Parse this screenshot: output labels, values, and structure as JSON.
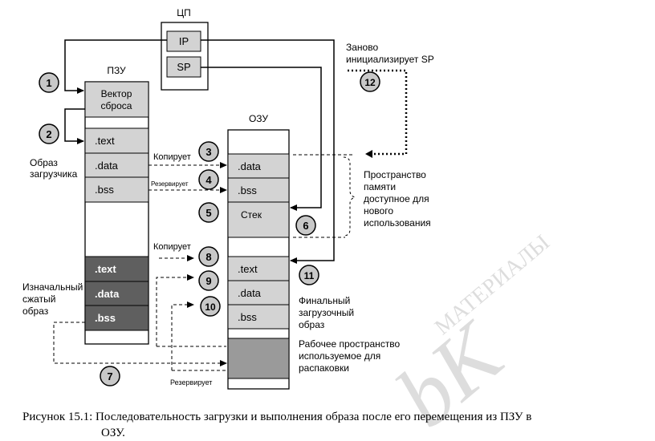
{
  "cpu": {
    "title": "ЦП",
    "ip": "IP",
    "sp": "SP"
  },
  "rom": {
    "title": "ПЗУ",
    "reset_vector": [
      "Вектор",
      "сброса"
    ],
    "text": ".text",
    "data": ".data",
    "bss": ".bss",
    "ctext": ".text",
    "cdata": ".data",
    "cbss": ".bss"
  },
  "ram": {
    "title": "ОЗУ",
    "data": ".data",
    "bss": ".bss",
    "stack": "Стек",
    "text": ".text",
    "data2": ".data",
    "bss2": ".bss"
  },
  "labels": {
    "loader_image": [
      "Образ",
      "загрузчика"
    ],
    "compressed_image": [
      "Изначальный",
      "сжатый",
      "образ"
    ],
    "copies_1": "Копирует",
    "reserves_1": "Резервирует",
    "copies_2": "Копирует",
    "reserves_2": "Резервирует",
    "reinit_sp": [
      "Заново",
      "инициализирует SP"
    ],
    "free_space": [
      "Пространство",
      "памяти",
      "доступное для",
      "нового",
      "использования"
    ],
    "final_image": [
      "Финальный",
      "загрузочный",
      "образ"
    ],
    "work_space": [
      "Рабочее пространство",
      "используемое для",
      "распаковки"
    ]
  },
  "steps": [
    "1",
    "2",
    "3",
    "4",
    "5",
    "6",
    "7",
    "8",
    "9",
    "10",
    "11",
    "12"
  ],
  "caption": {
    "line1": "Рисунок 15.1: Последовательность загрузки и выполнения образа после его перемещения из ПЗУ в",
    "line2": "ОЗУ."
  },
  "colors": {
    "block_gray": "#d3d3d3",
    "dark_block": "#5f5f5f",
    "work_gray": "#9a9a9a",
    "circle_fill": "#c8c8c8"
  }
}
